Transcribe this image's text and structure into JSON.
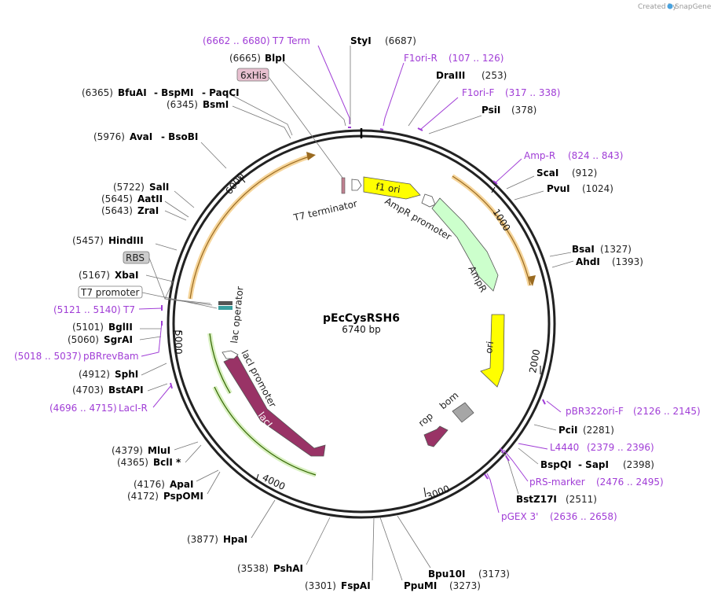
{
  "plasmid": {
    "name": "pEcCysRSH6",
    "length_label": "6740 bp"
  },
  "credit": {
    "prefix": "Created by",
    "brand": "SnapGene"
  },
  "ticks": [
    "1000",
    "2000",
    "3000",
    "4000",
    "5000",
    "6000"
  ],
  "sites": [
    {
      "id": "styi",
      "name": "StyI",
      "pos": "(6687)"
    },
    {
      "id": "blpi",
      "name": "BlpI",
      "pos": "(6665)"
    },
    {
      "id": "drai",
      "name": "DraIII",
      "pos": "(253)"
    },
    {
      "id": "psii",
      "name": "PsiI",
      "pos": "(378)"
    },
    {
      "id": "bfuai",
      "name": "BfuAI",
      "pos": "(6365)",
      "extra1": "BspMI",
      "extra2": "PaqCI"
    },
    {
      "id": "bsmi",
      "name": "BsmI",
      "pos": "(6345)"
    },
    {
      "id": "avai",
      "name": "AvaI",
      "pos": "(5976)",
      "extra1": "BsoBI"
    },
    {
      "id": "scai",
      "name": "ScaI",
      "pos": "(912)"
    },
    {
      "id": "pvui",
      "name": "PvuI",
      "pos": "(1024)"
    },
    {
      "id": "sali",
      "name": "SalI",
      "pos": "(5722)"
    },
    {
      "id": "aatii",
      "name": "AatII",
      "pos": "(5645)"
    },
    {
      "id": "zrai",
      "name": "ZraI",
      "pos": "(5643)"
    },
    {
      "id": "hindiii",
      "name": "HindIII",
      "pos": "(5457)"
    },
    {
      "id": "bsai",
      "name": "BsaI",
      "pos": "(1327)"
    },
    {
      "id": "ahdi",
      "name": "AhdI",
      "pos": "(1393)"
    },
    {
      "id": "xbai",
      "name": "XbaI",
      "pos": "(5167)"
    },
    {
      "id": "bglii",
      "name": "BglII",
      "pos": "(5101)"
    },
    {
      "id": "sgrai",
      "name": "SgrAI",
      "pos": "(5060)"
    },
    {
      "id": "sphi",
      "name": "SphI",
      "pos": "(4912)"
    },
    {
      "id": "bstapi",
      "name": "BstAPI",
      "pos": "(4703)"
    },
    {
      "id": "pcii",
      "name": "PciI",
      "pos": "(2281)"
    },
    {
      "id": "bspqi",
      "name": "BspQI",
      "pos": "(2398)",
      "extra1": "SapI"
    },
    {
      "id": "bstz17i",
      "name": "BstZ17I",
      "pos": "(2511)"
    },
    {
      "id": "mlui",
      "name": "MluI",
      "pos": "(4379)"
    },
    {
      "id": "bcli",
      "name": "BclI *",
      "pos": "(4365)"
    },
    {
      "id": "apai",
      "name": "ApaI",
      "pos": "(4176)"
    },
    {
      "id": "pspomi",
      "name": "PspOMI",
      "pos": "(4172)"
    },
    {
      "id": "hpai",
      "name": "HpaI",
      "pos": "(3877)"
    },
    {
      "id": "pshai",
      "name": "PshAI",
      "pos": "(3538)"
    },
    {
      "id": "fspai",
      "name": "FspAI",
      "pos": "(3301)"
    },
    {
      "id": "ppumi",
      "name": "PpuMI",
      "pos": "(3273)"
    },
    {
      "id": "bpu10i",
      "name": "Bpu10I",
      "pos": "(3173)"
    }
  ],
  "primers": [
    {
      "id": "t7term",
      "name": "T7 Term",
      "range": "(6662 .. 6680)"
    },
    {
      "id": "f1orir",
      "name": "F1ori-R",
      "range": "(107 .. 126)"
    },
    {
      "id": "f1orif",
      "name": "F1ori-F",
      "range": "(317 .. 338)"
    },
    {
      "id": "ampr",
      "name": "Amp-R",
      "range": "(824 .. 843)"
    },
    {
      "id": "t7",
      "name": "T7",
      "range": "(5121 .. 5140)"
    },
    {
      "id": "pbrrevbam",
      "name": "pBRrevBam",
      "range": "(5018 .. 5037)"
    },
    {
      "id": "lacir",
      "name": "LacI-R",
      "range": "(4696 .. 4715)"
    },
    {
      "id": "pbr322orif",
      "name": "pBR322ori-F",
      "range": "(2126 .. 2145)"
    },
    {
      "id": "l4440",
      "name": "L4440",
      "range": "(2379 .. 2396)"
    },
    {
      "id": "prsmarker",
      "name": "pRS-marker",
      "range": "(2476 .. 2495)"
    },
    {
      "id": "pgex3",
      "name": "pGEX 3'",
      "range": "(2636 .. 2658)"
    }
  ],
  "boxes": [
    {
      "id": "6xhis",
      "label": "6xHis"
    },
    {
      "id": "rbs",
      "label": "RBS"
    },
    {
      "id": "t7promoter",
      "label": "T7 promoter"
    }
  ],
  "features": [
    {
      "id": "t7terminator",
      "label": "T7 terminator"
    },
    {
      "id": "f1ori",
      "label": "f1 ori"
    },
    {
      "id": "amprpromoter",
      "label": "AmpR promoter"
    },
    {
      "id": "amprgene",
      "label": "AmpR"
    },
    {
      "id": "ori",
      "label": "ori"
    },
    {
      "id": "bom",
      "label": "bom"
    },
    {
      "id": "rop",
      "label": "rop"
    },
    {
      "id": "lacoperator",
      "label": "lac operator"
    },
    {
      "id": "lacipromoter",
      "label": "lacI promoter"
    },
    {
      "id": "laci",
      "label": "lacI"
    }
  ],
  "colors": {
    "backbone": "#222222",
    "f1ori": "#ffff00",
    "ampr": "#ccffcc",
    "laci": "#993366",
    "rop": "#993366",
    "bom": "#a6a6a6",
    "orf_highlight": "#f0c060",
    "primer": "#a03dd6",
    "his_tag": "#e8c0d0"
  }
}
